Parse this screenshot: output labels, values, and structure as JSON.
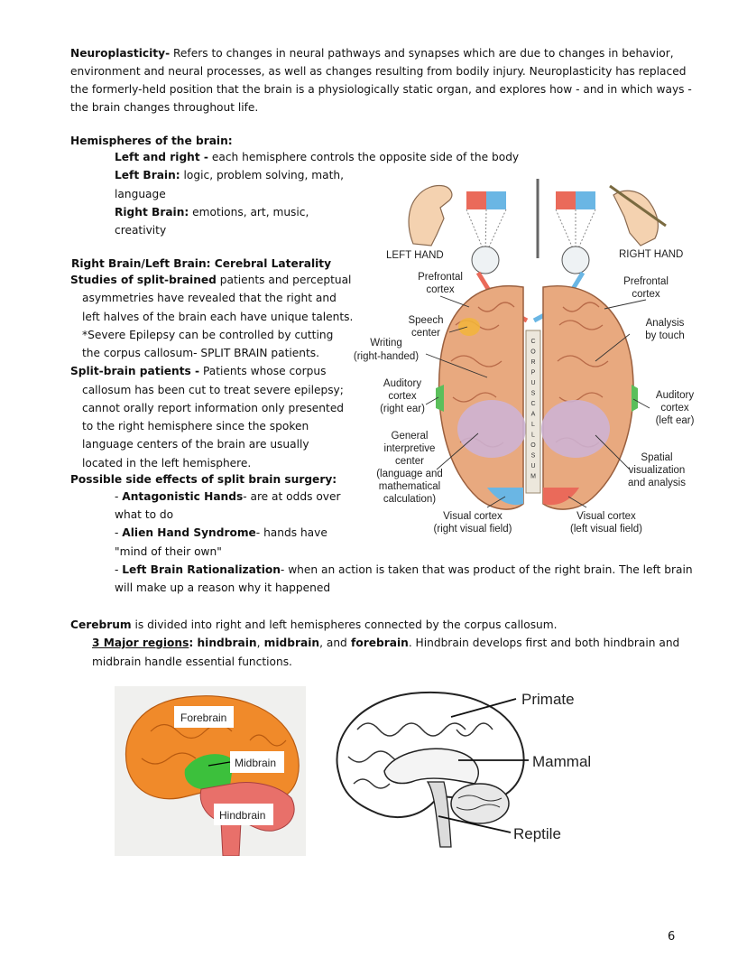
{
  "neuro": {
    "term": "Neuroplasticity-",
    "l1": " Refers to changes in neural pathways and synapses which are due to changes in behavior,",
    "l2": "environment and neural processes, as well as changes resulting from bodily injury. Neuroplasticity has replaced",
    "l3": "the formerly-held position that the brain is a physiologically static organ, and explores how - and in which ways -",
    "l4": "the brain changes throughout life."
  },
  "hemi": {
    "heading": "Hemispheres of the brain:",
    "lr_term": "Left and right -",
    "lr_text": " each hemisphere controls the opposite side of the body",
    "left_term": "Left Brain:",
    "left_text": " logic, problem solving, math,",
    "left_text2": "language",
    "right_term": "Right Brain:",
    "right_text": " emotions, art, music,",
    "right_text2": "creativity"
  },
  "lat": {
    "heading": "Right Brain/Left Brain: Cerebral Laterality",
    "studies_term": "Studies of split-brained",
    "studies_l1": " patients and perceptual",
    "studies_l2": "asymmetries have revealed that the right and",
    "studies_l3": "left halves of the brain each have unique talents.",
    "studies_l4": "*Severe Epilepsy can be controlled by cutting",
    "studies_l5": "the corpus callosum- SPLIT BRAIN patients.",
    "split_term": "Split-brain patients -",
    "split_l1": " Patients whose corpus",
    "split_l2": "callosum has been cut to treat severe epilepsy;",
    "split_l3": "cannot orally report information only presented",
    "split_l4": "to the right hemisphere since the spoken",
    "split_l5": "language centers of the brain are usually",
    "split_l6": "located in the left hemisphere.",
    "side_heading": "Possible side effects of split brain surgery:",
    "ah_pre": "- ",
    "ah_term": "Antagonistic Hands",
    "ah_text": "- are at odds over",
    "ah_text2": "what to do",
    "alien_pre": "- ",
    "alien_term": "Alien Hand Syndrome",
    "alien_text": "- hands have",
    "alien_text2": "\"mind of their own\"",
    "lbr_pre": "- ",
    "lbr_term": "Left Brain Rationalization",
    "lbr_text": "- when an action is taken that was product of the right brain. The left brain",
    "lbr_text2": "will make up a reason why it happened"
  },
  "cerebrum": {
    "term": "Cerebrum",
    "text": " is divided into right and left hemispheres connected by the corpus callosum.",
    "regions_u": "3 Major regions",
    "regions_colon": ":",
    "hind": " hindbrain",
    "c1": ",",
    "mid": " midbrain",
    "c2": ", and",
    "fore": " forebrain",
    "rest": ". Hindbrain develops first and both hindbrain and",
    "l2": "midbrain handle essential functions."
  },
  "brain_fig": {
    "left_hand": "LEFT HAND",
    "right_hand": "RIGHT HAND",
    "prefrontal_l1": "Prefrontal",
    "prefrontal_l2": "cortex",
    "prefrontal_r1": "Prefrontal",
    "prefrontal_r2": "cortex",
    "speech1": "Speech",
    "speech2": "center",
    "writing1": "Writing",
    "writing2": "(right-handed)",
    "analysis1": "Analysis",
    "analysis2": "by touch",
    "aud_l1": "Auditory",
    "aud_l2": "cortex",
    "aud_l3": "(right ear)",
    "aud_r1": "Auditory",
    "aud_r2": "cortex",
    "aud_r3": "(left ear)",
    "gen1": "General",
    "gen2": "interpretive",
    "gen3": "center",
    "gen4": "(language and",
    "gen5": "mathematical",
    "gen6": "calculation)",
    "spatial1": "Spatial",
    "spatial2": "visualization",
    "spatial3": "and analysis",
    "vis_l1": "Visual cortex",
    "vis_l2": "(right visual field)",
    "vis_r1": "Visual cortex",
    "vis_r2": "(left visual field)",
    "cc_letters": "CORPUSCALLOSUM"
  },
  "regions_fig": {
    "forebrain": "Forebrain",
    "midbrain": "Midbrain",
    "hindbrain": "Hindbrain"
  },
  "evo_fig": {
    "primate": "Primate",
    "mammal": "Mammal",
    "reptile": "Reptile"
  },
  "page_number": "6",
  "colors": {
    "cortex": "#e8a97f",
    "forebrain": "#f08a2a",
    "midbrain": "#3cc03c",
    "hindbrain": "#e8706a"
  }
}
